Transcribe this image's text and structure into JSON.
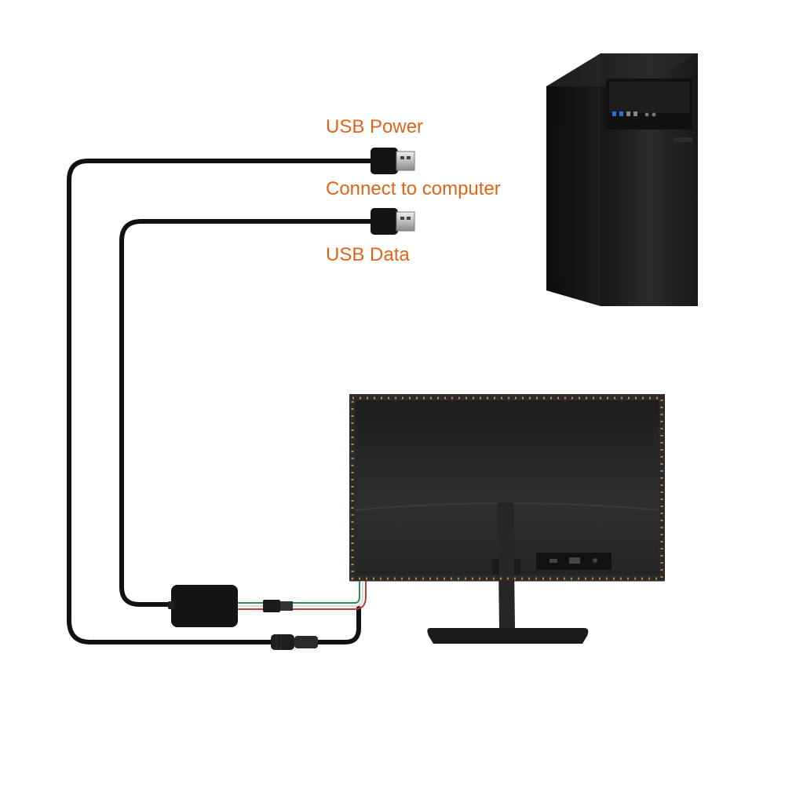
{
  "labels": {
    "usb_power": "USB Power",
    "connect_to_computer": "Connect to computer",
    "usb_data": "USB Data"
  },
  "colors": {
    "label_orange": "#e0641a",
    "cable_black": "#111111",
    "tower_body": "#1c1c1c",
    "monitor_body": "#262626",
    "led_amber": "#c8842c"
  },
  "icons": [
    "usb-plug-icon",
    "computer-tower-icon",
    "monitor-icon",
    "led-strip-icon",
    "controller-box-icon",
    "dc-connector-icon"
  ]
}
